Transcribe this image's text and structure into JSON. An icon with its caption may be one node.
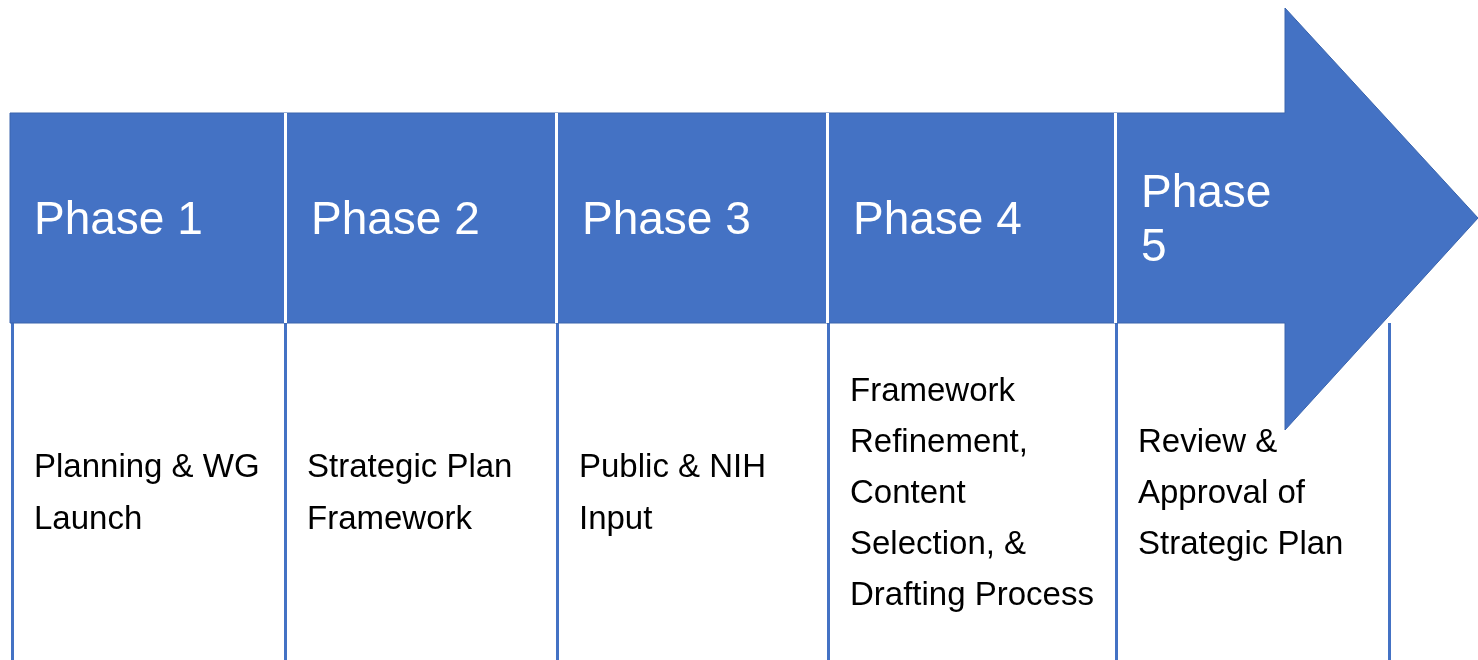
{
  "diagram": {
    "nodes": [
      {
        "text": [],
        "shape": "arrow"
      },
      {
        "text": [
          "Phase 1"
        ],
        "in": 0
      },
      {
        "text": [
          "Phase 2"
        ],
        "in": 0
      },
      {
        "text": [
          "Phase 3"
        ],
        "in": 0
      },
      {
        "text": [
          "Phase 4"
        ],
        "in": 0
      },
      {
        "text": [
          "Phase 5"
        ],
        "in": 0
      },
      {
        "text": [
          "Planning & WG Launch"
        ]
      },
      {
        "text": [
          "Strategic Plan Framework"
        ]
      },
      {
        "text": [
          "Public & NIH Input"
        ]
      },
      {
        "text": [
          "Framework Refinement, Content Selection, & Drafting Process"
        ]
      },
      {
        "text": [
          "Review & Approval of Strategic Plan"
        ]
      }
    ]
  }
}
